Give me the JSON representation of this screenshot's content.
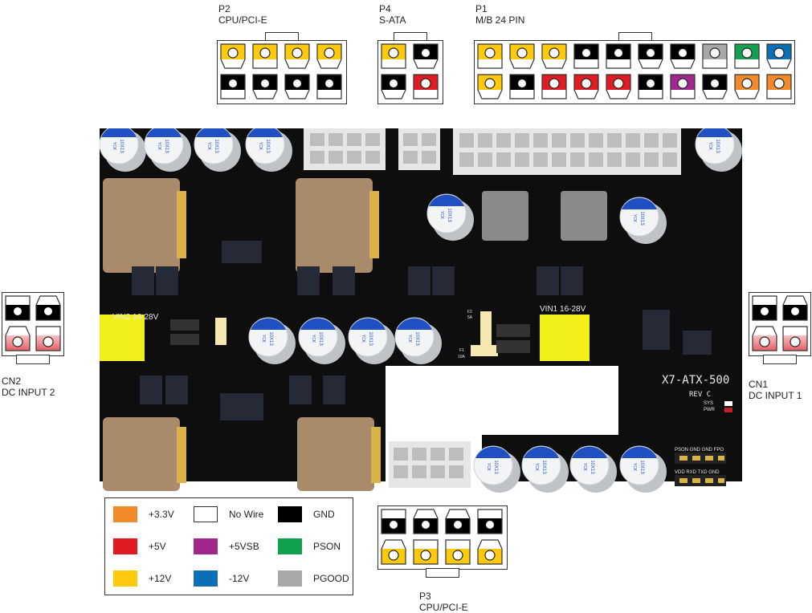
{
  "colors": {
    "v3_3": "#f28a2a",
    "v5": "#e01b24",
    "v12": "#ffc90e",
    "gnd": "#000000",
    "v5sb": "#a0288c",
    "pson": "#12a150",
    "m12": "#0a6fb5",
    "pgood": "#a8a8a8",
    "nowire": "#ffffff",
    "dcpos": "#e88a8e",
    "pcb": "#111111"
  },
  "connectors": {
    "p2": {
      "id": "P2",
      "name": "CPU/PCI-E",
      "top": [
        "v12",
        "v12",
        "v12",
        "v12"
      ],
      "bottom": [
        "gnd",
        "gnd",
        "gnd",
        "gnd"
      ]
    },
    "p4": {
      "id": "P4",
      "name": "S-ATA",
      "top": [
        "v12",
        "gnd"
      ],
      "bottom": [
        "gnd",
        "v5"
      ]
    },
    "p1": {
      "id": "P1",
      "name": "M/B 24 PIN",
      "top": [
        "v12",
        "v12",
        "v12",
        "gnd",
        "gnd",
        "gnd",
        "gnd",
        "pgood",
        "pson",
        "m12"
      ],
      "bottom": [
        "v12",
        "gnd",
        "v5",
        "v5",
        "v5",
        "gnd",
        "v5sb",
        "gnd",
        "v3_3",
        "v3_3"
      ]
    },
    "p3": {
      "id": "P3",
      "name": "CPU/PCI-E",
      "top": [
        "gnd",
        "gnd",
        "gnd",
        "gnd"
      ],
      "bottom": [
        "v12",
        "v12",
        "v12",
        "v12"
      ]
    },
    "cn2": {
      "id": "CN2",
      "name": "DC INPUT 2",
      "top": [
        "gnd",
        "gnd"
      ],
      "bottom": [
        "dcpos",
        "dcpos"
      ]
    },
    "cn1": {
      "id": "CN1",
      "name": "DC INPUT 1",
      "top": [
        "gnd",
        "gnd"
      ],
      "bottom": [
        "dcpos",
        "dcpos"
      ]
    }
  },
  "pcb": {
    "board_name": "X7-ATX-500",
    "revision": "REV C",
    "vin1": "VIN1  16-28V",
    "vin2": "VIN2  16-28V",
    "cap_text": "10X13",
    "cap_brand": "YCK",
    "j5_header": "PSON GND GND FPO",
    "j4_header": "VDD RXD TXD GND",
    "sys_label": "SYS",
    "pwr_label": "PWR",
    "fuse1": "F1",
    "fuse1_rating": "10A",
    "fuse2": "F2",
    "fuse2_rating": "5A"
  },
  "legend": [
    {
      "key": "v3_3",
      "label": "+3.3V"
    },
    {
      "key": "nowire",
      "label": "No Wire"
    },
    {
      "key": "gnd",
      "label": "GND"
    },
    {
      "key": "v5",
      "label": "+5V"
    },
    {
      "key": "v5sb",
      "label": "+5VSB"
    },
    {
      "key": "pson",
      "label": "PSON"
    },
    {
      "key": "v12",
      "label": "+12V"
    },
    {
      "key": "m12",
      "label": "-12V"
    },
    {
      "key": "pgood",
      "label": "PGOOD"
    }
  ]
}
